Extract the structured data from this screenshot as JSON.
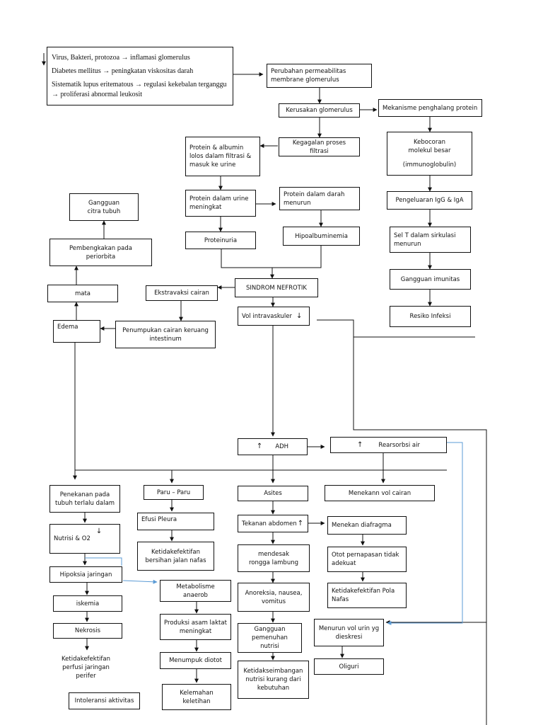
{
  "causes": [
    "Virus, Bakteri, protozoa → inflamasi glomerulus",
    "Diabetes mellitus → peningkatan viskositas darah",
    "Sistematik lupus eritematous → regulasi kekebalan terganggu → proliferasi abnormal leukosit"
  ],
  "nodes": {
    "perubahan_permeabilitas": "Perubahan permeabilitas membrane glomerulus",
    "kerusakan_glomerulus": "Kerusakan glomerulus",
    "mekanisme_penghalang": "Mekanisme penghalang protein",
    "kegagalan_filtrasi": "Kegagalan proses filtrasi",
    "kebocoran_molekul_1": "Kebocoran molekul besar",
    "kebocoran_molekul_2": "(immunoglobulin)",
    "protein_albumin_lolos": "Protein & albumin lolos dalam filtrasi & masuk ke urine",
    "protein_urine_meningkat": "Protein dalam urine meningkat",
    "protein_darah_menurun": "Protein dalam darah menurun",
    "pengeluaran_igg": "Pengeluaran IgG & IgA",
    "proteinuria": "Proteinuria",
    "hipoalbuminemia": "Hipoalbuminemia",
    "sel_t_menurun": "Sel T dalam sirkulasi menurun",
    "gangguan_citra": "Gangguan citra tubuh",
    "pembengkakan_periorbita": "Pembengkakan pada periorbita",
    "mata": "mata",
    "ekstravaksi_cairan": "Ekstravaksi cairan",
    "sindrom_nefrotik": "SINDROM NEFROTIK",
    "gangguan_imunitas": "Gangguan imunitas",
    "vol_intravaskuler": "Vol intravaskuler",
    "resiko_infeksi": "Resiko Infeksi",
    "edema": "Edema",
    "penumpukan_cairan": "Penumpukan cairan keruang intestinum",
    "adh": "ADH",
    "rearsorbsi_air": "Rearsorbsi air",
    "penekanan_tubuh": "Penekanan pada tubuh terlalu dalam",
    "paru_paru": "Paru – Paru",
    "asites": "Asites",
    "menekan_vol_cairan": "Menekann vol cairan",
    "efusi_pleura": "Efusi Pleura",
    "tekanan_abdomen": "Tekanan abdomen",
    "menekan_diafragma": "Menekan diafragma",
    "nutrisi_o2": "Nutrisi & O2",
    "ketidakefektifan_jalan_nafas": "Ketidakefektifan bersihan jalan nafas",
    "mendesak_lambung": "mendesak rongga lambung",
    "otot_pernapasan": "Otot pernapasan tidak adekuat",
    "hipoksia_jaringan": "Hipoksia jaringan",
    "metabolisme_anaerob": "Metabolisme anaerob",
    "anoreksia": "Anoreksia, nausea, vomitus",
    "ketidakefektifan_pola_nafas": "Ketidakefektifan Pola Nafas",
    "iskemia": "iskemia",
    "produksi_asam_laktat": "Produksi asam laktat meningkat",
    "nekrosis": "Nekrosis",
    "gangguan_pemenuhan_nutrisi": "Gangguan pemenuhan nutrisi",
    "menurun_vol_urin": "Menurun vol urin yg dieskresi",
    "ketidakefektifan_perfusi": "Ketidakefektifan perfusi jaringan perifer",
    "menumpuk_diotot": "Menumpuk diotot",
    "ketidakseimbangan_nutrisi": "Ketidakseimbangan nutrisi kurang dari kebutuhan",
    "oliguri": "Oliguri",
    "intoleransi_aktivitas": "Intoleransi aktivitas",
    "kelemahan_keletihan": "Kelemahan keletihan"
  },
  "colors": {
    "line": "#111111",
    "accent_line": "#5b9bd5"
  }
}
